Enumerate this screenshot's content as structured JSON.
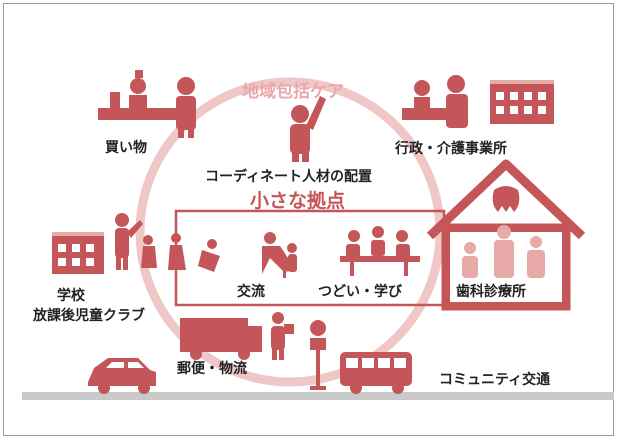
{
  "title": "地域包括ケア",
  "center_label": "小さな拠点",
  "labels": {
    "shopping": "買い物",
    "admin": "行政・介護事業所",
    "coordinator": "コーディネート人材の配置",
    "school_line1": "学校",
    "school_line2": "放課後児童クラブ",
    "exchange": "交流",
    "gathering": "つどい・学び",
    "clinic": "歯科診療所",
    "postal": "郵便・物流",
    "transport": "コミュニティ交通"
  },
  "colors": {
    "accent": "#c4565a",
    "accent_soft": "#e8a9a9",
    "circle": "#efc7c7",
    "ground": "#c9c9c9"
  }
}
